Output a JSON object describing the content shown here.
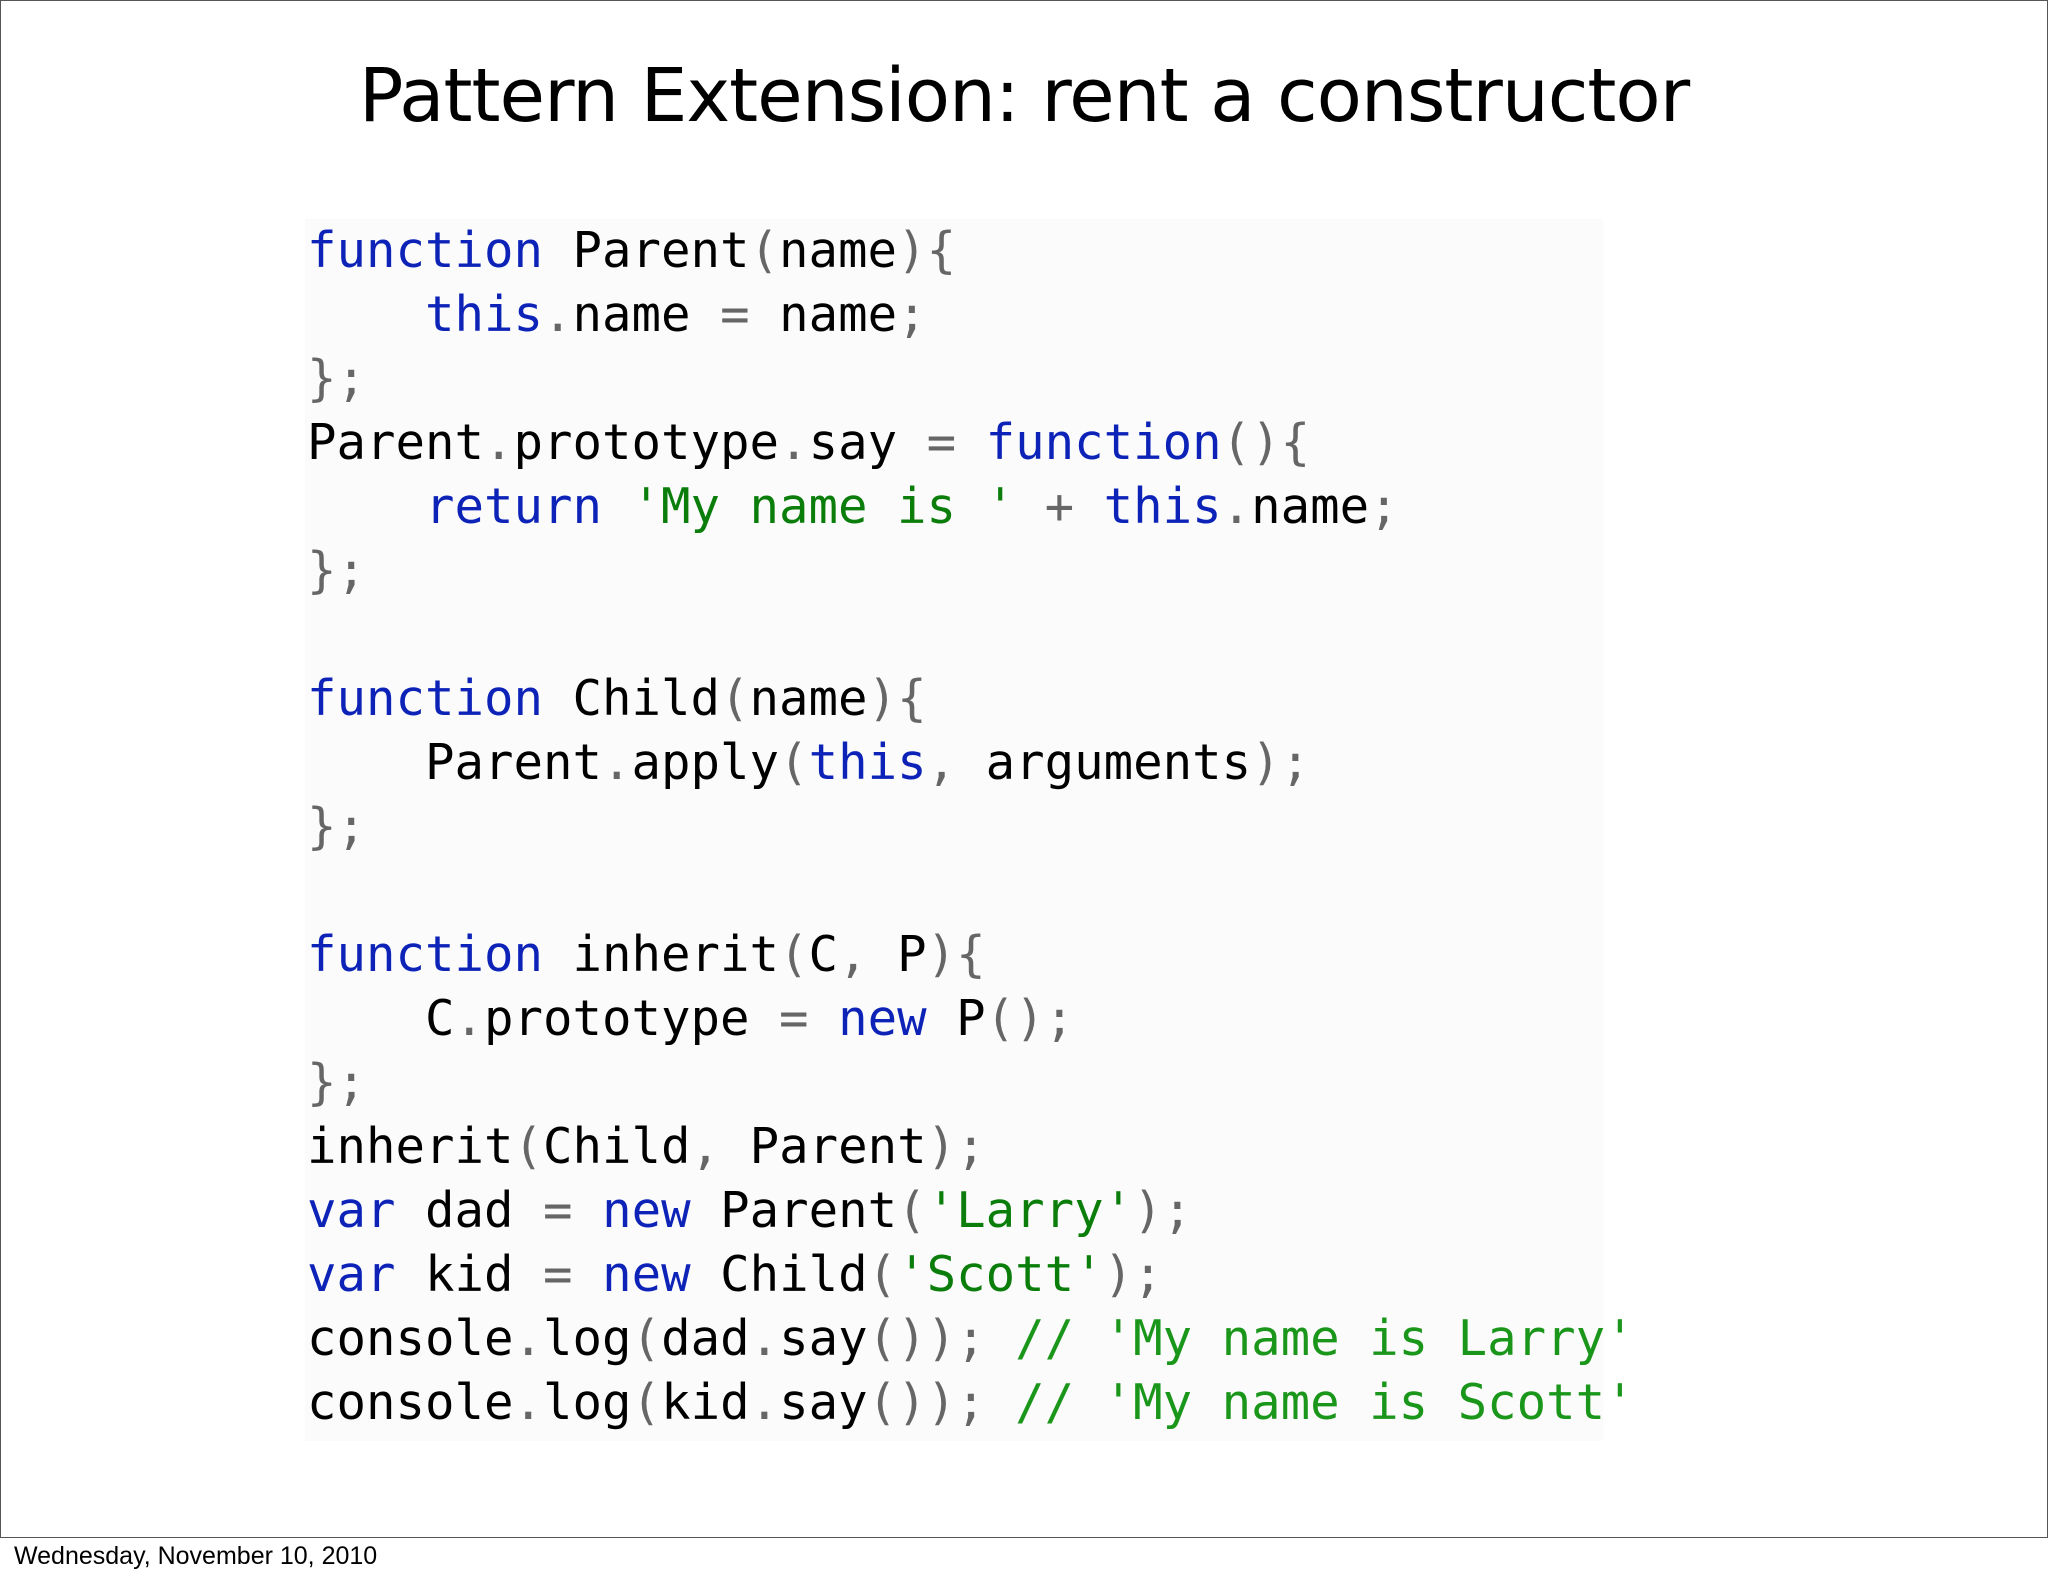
{
  "slide": {
    "title": "Pattern Extension: rent a constructor"
  },
  "code": {
    "lines": [
      [
        {
          "t": "kw",
          "v": "function"
        },
        {
          "t": "id",
          "v": " Parent"
        },
        {
          "t": "pu",
          "v": "("
        },
        {
          "t": "id",
          "v": "name"
        },
        {
          "t": "pu",
          "v": "){"
        }
      ],
      [
        {
          "t": "id",
          "v": "    "
        },
        {
          "t": "kw",
          "v": "this"
        },
        {
          "t": "pu",
          "v": "."
        },
        {
          "t": "id",
          "v": "name "
        },
        {
          "t": "pu",
          "v": "="
        },
        {
          "t": "id",
          "v": " name"
        },
        {
          "t": "pu",
          "v": ";"
        }
      ],
      [
        {
          "t": "pu",
          "v": "};"
        }
      ],
      [
        {
          "t": "id",
          "v": "Parent"
        },
        {
          "t": "pu",
          "v": "."
        },
        {
          "t": "id",
          "v": "prototype"
        },
        {
          "t": "pu",
          "v": "."
        },
        {
          "t": "id",
          "v": "say "
        },
        {
          "t": "pu",
          "v": "="
        },
        {
          "t": "id",
          "v": " "
        },
        {
          "t": "kw",
          "v": "function"
        },
        {
          "t": "pu",
          "v": "(){"
        }
      ],
      [
        {
          "t": "id",
          "v": "    "
        },
        {
          "t": "kw",
          "v": "return"
        },
        {
          "t": "id",
          "v": " "
        },
        {
          "t": "st",
          "v": "'My name is '"
        },
        {
          "t": "id",
          "v": " "
        },
        {
          "t": "pu",
          "v": "+"
        },
        {
          "t": "id",
          "v": " "
        },
        {
          "t": "kw",
          "v": "this"
        },
        {
          "t": "pu",
          "v": "."
        },
        {
          "t": "id",
          "v": "name"
        },
        {
          "t": "pu",
          "v": ";"
        }
      ],
      [
        {
          "t": "pu",
          "v": "};"
        }
      ],
      [],
      [
        {
          "t": "kw",
          "v": "function"
        },
        {
          "t": "id",
          "v": " Child"
        },
        {
          "t": "pu",
          "v": "("
        },
        {
          "t": "id",
          "v": "name"
        },
        {
          "t": "pu",
          "v": "){"
        }
      ],
      [
        {
          "t": "id",
          "v": "    Parent"
        },
        {
          "t": "pu",
          "v": "."
        },
        {
          "t": "id",
          "v": "apply"
        },
        {
          "t": "pu",
          "v": "("
        },
        {
          "t": "kw",
          "v": "this"
        },
        {
          "t": "pu",
          "v": ","
        },
        {
          "t": "id",
          "v": " arguments"
        },
        {
          "t": "pu",
          "v": ");"
        }
      ],
      [
        {
          "t": "pu",
          "v": "};"
        }
      ],
      [],
      [
        {
          "t": "kw",
          "v": "function"
        },
        {
          "t": "id",
          "v": " inherit"
        },
        {
          "t": "pu",
          "v": "("
        },
        {
          "t": "id",
          "v": "C"
        },
        {
          "t": "pu",
          "v": ","
        },
        {
          "t": "id",
          "v": " P"
        },
        {
          "t": "pu",
          "v": "){"
        }
      ],
      [
        {
          "t": "id",
          "v": "    C"
        },
        {
          "t": "pu",
          "v": "."
        },
        {
          "t": "id",
          "v": "prototype "
        },
        {
          "t": "pu",
          "v": "="
        },
        {
          "t": "id",
          "v": " "
        },
        {
          "t": "kw",
          "v": "new"
        },
        {
          "t": "id",
          "v": " P"
        },
        {
          "t": "pu",
          "v": "();"
        }
      ],
      [
        {
          "t": "pu",
          "v": "};"
        }
      ],
      [
        {
          "t": "id",
          "v": "inherit"
        },
        {
          "t": "pu",
          "v": "("
        },
        {
          "t": "id",
          "v": "Child"
        },
        {
          "t": "pu",
          "v": ","
        },
        {
          "t": "id",
          "v": " Parent"
        },
        {
          "t": "pu",
          "v": ");"
        }
      ],
      [
        {
          "t": "kw",
          "v": "var"
        },
        {
          "t": "id",
          "v": " dad "
        },
        {
          "t": "pu",
          "v": "="
        },
        {
          "t": "id",
          "v": " "
        },
        {
          "t": "kw",
          "v": "new"
        },
        {
          "t": "id",
          "v": " Parent"
        },
        {
          "t": "pu",
          "v": "("
        },
        {
          "t": "st",
          "v": "'Larry'"
        },
        {
          "t": "pu",
          "v": ");"
        }
      ],
      [
        {
          "t": "kw",
          "v": "var"
        },
        {
          "t": "id",
          "v": " kid "
        },
        {
          "t": "pu",
          "v": "="
        },
        {
          "t": "id",
          "v": " "
        },
        {
          "t": "kw",
          "v": "new"
        },
        {
          "t": "id",
          "v": " Child"
        },
        {
          "t": "pu",
          "v": "("
        },
        {
          "t": "st",
          "v": "'Scott'"
        },
        {
          "t": "pu",
          "v": ");"
        }
      ],
      [
        {
          "t": "id",
          "v": "console"
        },
        {
          "t": "pu",
          "v": "."
        },
        {
          "t": "id",
          "v": "log"
        },
        {
          "t": "pu",
          "v": "("
        },
        {
          "t": "id",
          "v": "dad"
        },
        {
          "t": "pu",
          "v": "."
        },
        {
          "t": "id",
          "v": "say"
        },
        {
          "t": "pu",
          "v": "());"
        },
        {
          "t": "id",
          "v": " "
        },
        {
          "t": "cm",
          "v": "// 'My name is Larry'"
        }
      ],
      [
        {
          "t": "id",
          "v": "console"
        },
        {
          "t": "pu",
          "v": "."
        },
        {
          "t": "id",
          "v": "log"
        },
        {
          "t": "pu",
          "v": "("
        },
        {
          "t": "id",
          "v": "kid"
        },
        {
          "t": "pu",
          "v": "."
        },
        {
          "t": "id",
          "v": "say"
        },
        {
          "t": "pu",
          "v": "());"
        },
        {
          "t": "id",
          "v": " "
        },
        {
          "t": "cm",
          "v": "// 'My name is Scott'"
        }
      ]
    ]
  },
  "footer": {
    "date": "Wednesday, November 10, 2010"
  },
  "colors": {
    "keyword": "#0d23b8",
    "string": "#0a7d0a",
    "comment": "#1a961a",
    "punctuation": "#666666"
  }
}
